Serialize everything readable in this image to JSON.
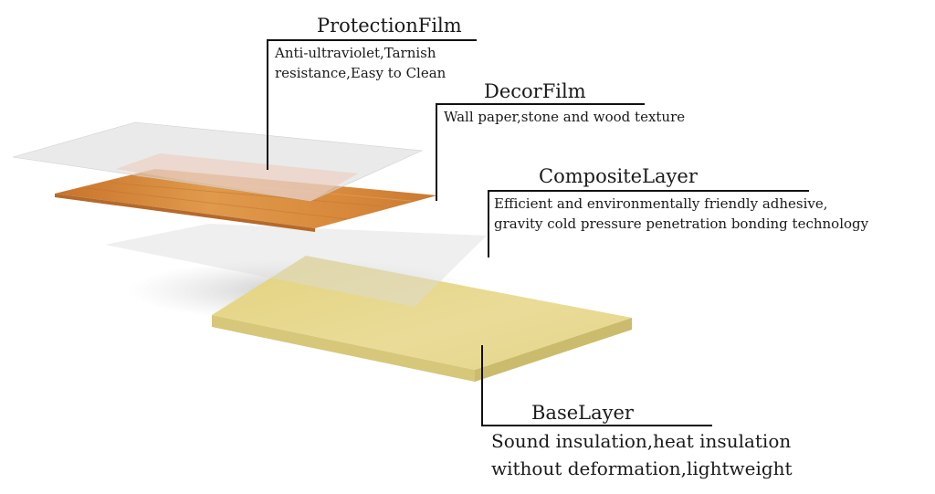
{
  "layers": [
    {
      "title": "ProtectionFilm",
      "description": [
        "Anti-ultraviolet,Tarnish",
        "resistance,Easy to Clean"
      ]
    },
    {
      "title": "DecorFilm",
      "description": [
        "Wall paper,stone and wood texture"
      ]
    },
    {
      "title": "CompositeLayer",
      "description": [
        "Efficient and environmentally friendly adhesive,",
        "gravity cold pressure penetration bonding technology"
      ]
    },
    {
      "title": "BaseLayer",
      "description": [
        "Sound insulation,heat insulation",
        "without deformation,lightweight"
      ]
    }
  ],
  "colors": {
    "film": "#e6e6e6",
    "wood": "#d98a3a",
    "base_top": "#e9dc96",
    "base_side": "#d8c97c",
    "leader": "#111111"
  }
}
